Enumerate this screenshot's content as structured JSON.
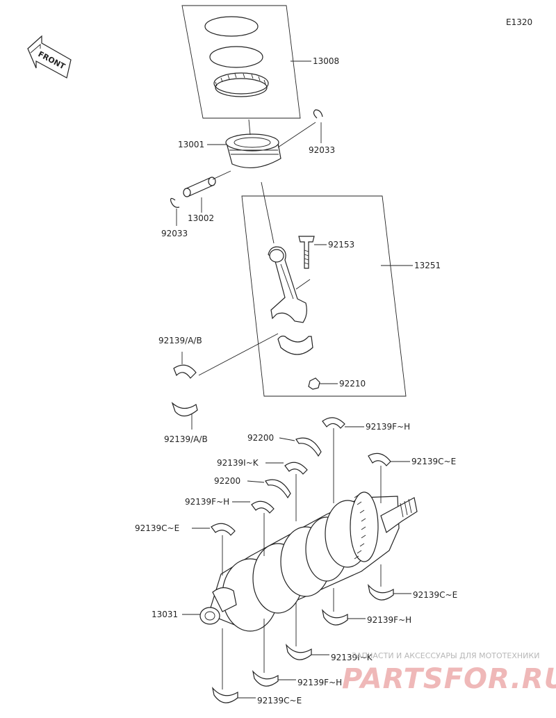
{
  "diagram_code": "E1320",
  "front_label": "FRONT",
  "parts": {
    "p13008": "13008",
    "p13001": "13001",
    "p92033_right": "92033",
    "p13002": "13002",
    "p92033_left": "92033",
    "p92153": "92153",
    "p13251": "13251",
    "p92139ab_top": "92139/A/B",
    "p92139ab_bottom": "92139/A/B",
    "p92210": "92210",
    "p92139fh_1": "92139F~H",
    "p92200_1": "92200",
    "p92139ce_1": "92139C~E",
    "p92139ik_1": "92139I~K",
    "p92200_2": "92200",
    "p92139fh_2": "92139F~H",
    "p92139ce_2": "92139C~E",
    "p13031": "13031",
    "p92139ce_3": "92139C~E",
    "p92139fh_3": "92139F~H",
    "p92139ik_2": "92139I~K",
    "p92139fh_4": "92139F~H",
    "p92139ce_4": "92139C~E"
  },
  "watermark": {
    "caption": "ЗАПЧАСТИ И АКСЕССУАРЫ ДЛЯ МОТОТЕХНИКИ",
    "brand": "PARTSFOR.RU"
  }
}
